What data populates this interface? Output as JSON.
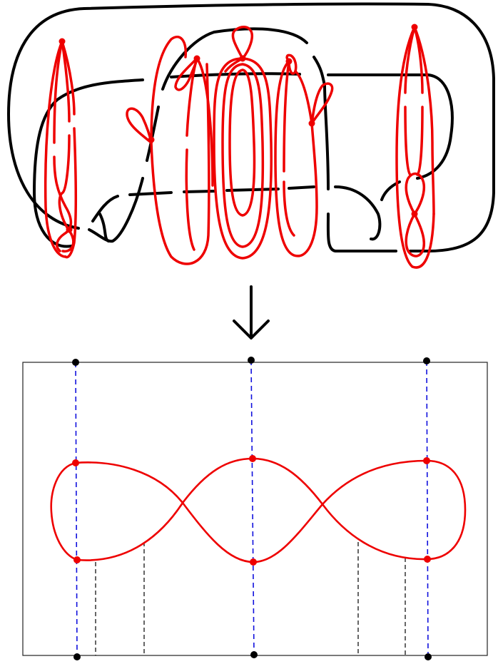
{
  "figure": {
    "upper_panel": "knot-diagram",
    "arrow": "down-arrow-icon",
    "lower_panel": "figure-eight-curve-in-rectangle"
  },
  "colors": {
    "knot_black": "#000000",
    "knot_red": "#ee0000",
    "curve_red": "#ee0000",
    "dashed_blue": "#1010dd",
    "dashed_black": "#000000",
    "frame": "#222222"
  },
  "counts": {
    "blue_dashed_columns": 3,
    "black_dashed_ticks": 4,
    "red_marked_points": 6,
    "black_marked_points": 6
  }
}
